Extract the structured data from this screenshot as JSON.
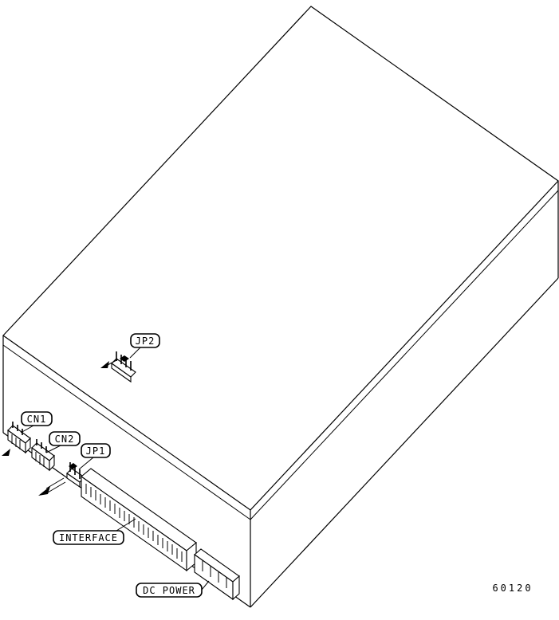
{
  "page": {
    "background_color": "#ffffff",
    "line_color": "#000000"
  },
  "figure": {
    "figure_number": "60120",
    "callouts": {
      "jp2": "JP2",
      "cn1": "CN1",
      "cn2": "CN2",
      "jp1": "JP1",
      "interface": "INTERFACE",
      "dc_power": "DC POWER"
    }
  }
}
